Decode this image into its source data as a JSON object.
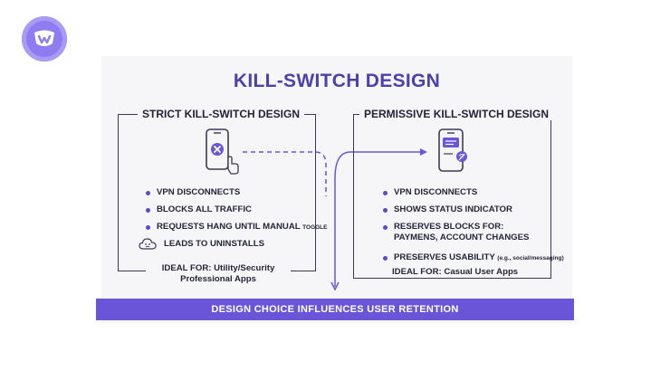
{
  "title": "KILL-SWITCH DESIGN",
  "strict": {
    "heading": "STRICT KILL-SWITCH DESIGN",
    "icon": "phone-x-icon",
    "bullets": [
      "VPN DISCONNECTS",
      "BLOCKS ALL TRAFFIC",
      "REQUESTS HANG UNTIL MANUAL"
    ],
    "bullet3_small": "TOGGLE",
    "uninstall": "LEADS TO UNINSTALLS",
    "uninstall_icon": "sad-cloud-icon",
    "ideal_line1": "IDEAL FOR: Utility/Security",
    "ideal_line2": "Professional Apps"
  },
  "permissive": {
    "heading": "PERMISSIVE KILL-SWITCH DESIGN",
    "icon": "phone-status-icon",
    "bullets": [
      "VPN DISCONNECTS",
      "SHOWS STATUS INDICATOR"
    ],
    "reserves_line1": "RESERVES BLOCKS FOR:",
    "reserves_line2": "PAYMENS, ACCOUNT CHANGES",
    "preserves": "PRESERVES USABILITY",
    "preserves_small": "(e.g., social/messaging)",
    "ideal": "IDEAL FOR: Casual User Apps"
  },
  "banner": "DESIGN CHOICE INFLUENCES USER RETENTION",
  "colors": {
    "accent": "#6a55d8",
    "title": "#4c3fae",
    "logo": "#8e7cf0"
  }
}
